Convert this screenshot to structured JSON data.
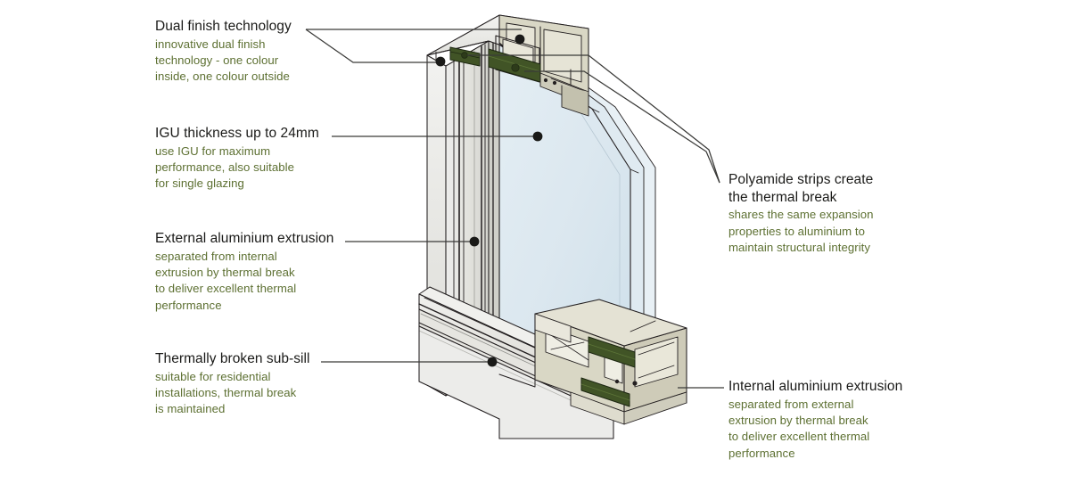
{
  "diagram": {
    "title": "Thermally broken aluminium window system cutaway",
    "type": "isometric-cutaway-illustration",
    "colors": {
      "aluminium_face": "#e3e3df",
      "aluminium_face_shade": "#d2d2cd",
      "cut_face_beige": "#d9d7c5",
      "cut_face_beige_dark": "#c8c6b2",
      "polyamide_green": "#415426",
      "polyamide_green_light": "#5d7538",
      "glass_blue": "#dde8ef",
      "glass_edge": "#c7d8e2",
      "outline": "#231f20",
      "heading_text": "#1a1a18",
      "body_text": "#5d7032",
      "leader_line": "#3a3a38",
      "background": "#ffffff"
    },
    "callouts": [
      {
        "id": "dual-finish-technology",
        "title": "Dual finish technology",
        "body": "innovative dual finish\ntechnology - one colour\ninside, one colour outside",
        "side": "left"
      },
      {
        "id": "igu-thickness",
        "title": "IGU thickness up to 24mm",
        "body": "use IGU for maximum\nperformance, also suitable\nfor single glazing",
        "side": "left"
      },
      {
        "id": "external-aluminium-extrusion",
        "title": "External aluminium extrusion",
        "body": "separated from internal\nextrusion by thermal break\nto deliver excellent thermal\nperformance",
        "side": "left"
      },
      {
        "id": "thermally-broken-sub-sill",
        "title": "Thermally broken sub-sill",
        "body": "suitable for residential\ninstallations, thermal break\nis maintained",
        "side": "left"
      },
      {
        "id": "polyamide-strips",
        "title": "Polyamide strips create\nthe thermal break",
        "body": "shares the same expansion\nproperties to aluminium to\nmaintain structural integrity",
        "side": "right"
      },
      {
        "id": "internal-aluminium-extrusion",
        "title": "Internal aluminium extrusion",
        "body": "separated from external\nextrusion by thermal break\nto deliver excellent thermal\nperformance",
        "side": "right"
      }
    ]
  }
}
